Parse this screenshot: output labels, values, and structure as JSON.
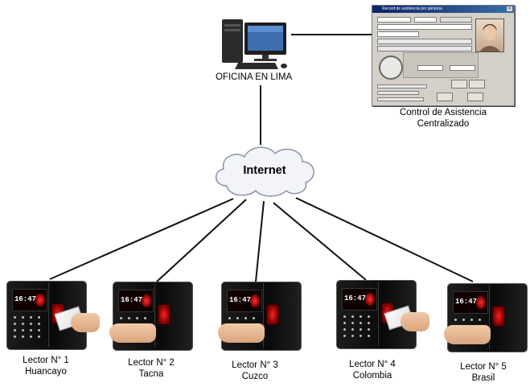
{
  "office": {
    "label": "OFICINA EN LIMA"
  },
  "software": {
    "window_title": "Record de asistencia por persona",
    "caption_line1": "Control de Asistencia",
    "caption_line2": "Centralizado"
  },
  "network": {
    "label": "Internet"
  },
  "readers": [
    {
      "name": "Lector N° 1",
      "location": "Huancayo",
      "clock": "16:47",
      "input": "card"
    },
    {
      "name": "Lector N° 2",
      "location": "Tacna",
      "clock": "16:47",
      "input": "finger"
    },
    {
      "name": "Lector N° 3",
      "location": "Cuzco",
      "clock": "16:47",
      "input": "finger"
    },
    {
      "name": "Lector N° 4",
      "location": "Colombia",
      "clock": "16:47",
      "input": "card"
    },
    {
      "name": "Lector N° 5",
      "location": "Brasil",
      "clock": "16:47",
      "input": "finger"
    }
  ],
  "colors": {
    "line": "#111111",
    "cloud_fill": "#f2f4f8",
    "cloud_stroke": "#8b95a8",
    "fingerprint": "#d00000"
  },
  "icons": {
    "computer": "desktop-computer-icon",
    "cloud": "cloud-icon",
    "terminal": "attendance-terminal-icon"
  }
}
